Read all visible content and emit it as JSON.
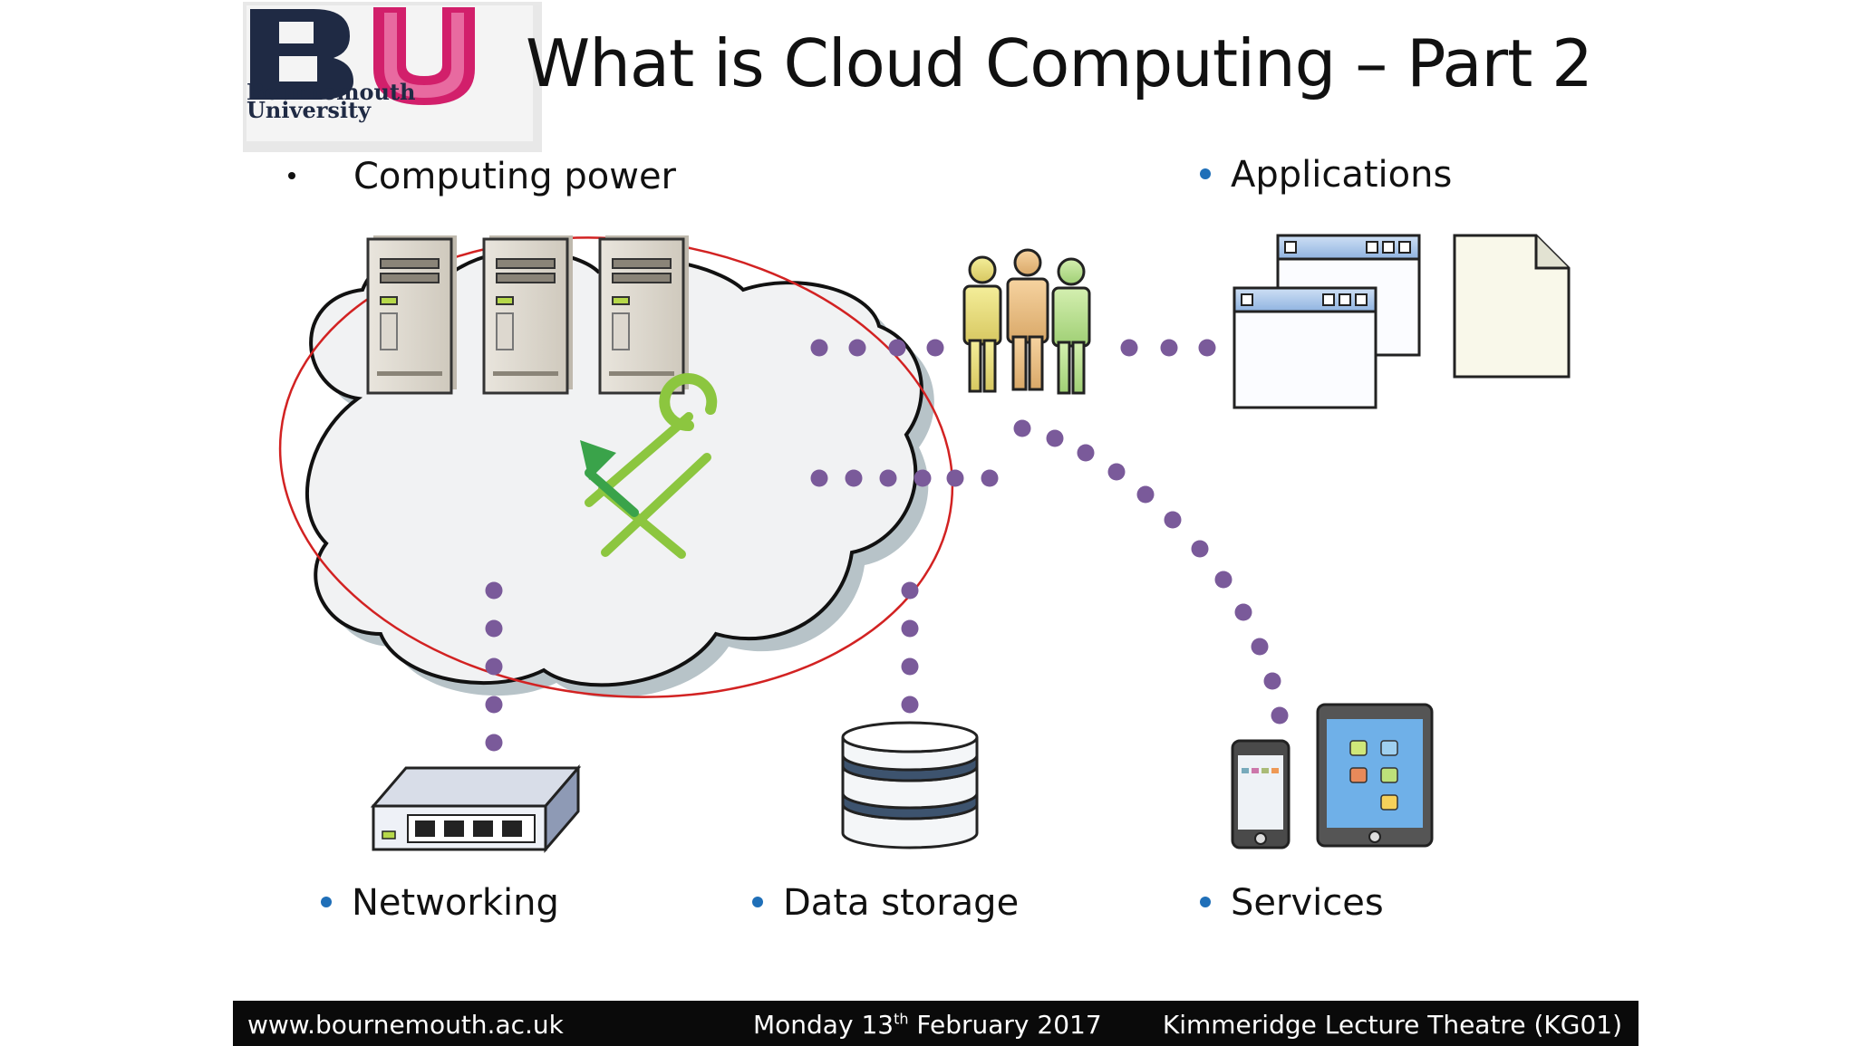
{
  "slide": {
    "title": "What is Cloud Computing – Part 2",
    "logo": {
      "letters": "BU",
      "line1": "Bournemouth",
      "line2": "University"
    },
    "labels": {
      "computing_power": "Computing power",
      "applications": "Applications",
      "networking": "Networking",
      "data_storage": "Data storage",
      "services": "Services"
    },
    "footer": {
      "url": "www.bournemouth.ac.uk",
      "date_prefix": "Monday 13",
      "date_sup": "th",
      "date_suffix": " February 2017",
      "location": "Kimmeridge Lecture Theatre (KG01)"
    }
  },
  "colors": {
    "dot": "#7a5a9a",
    "bullet": "#1f6fb8",
    "cloud_outline": "#d22222",
    "tools_green": "#8cc63f",
    "logo_blue": "#1f2a44",
    "logo_pink": "#d21f6b"
  },
  "icons": [
    "logo",
    "server-icon",
    "cloud-icon",
    "tools-icon",
    "people-icon",
    "window-icon",
    "document-icon",
    "network-switch-icon",
    "database-icon",
    "phone-icon",
    "tablet-icon"
  ]
}
